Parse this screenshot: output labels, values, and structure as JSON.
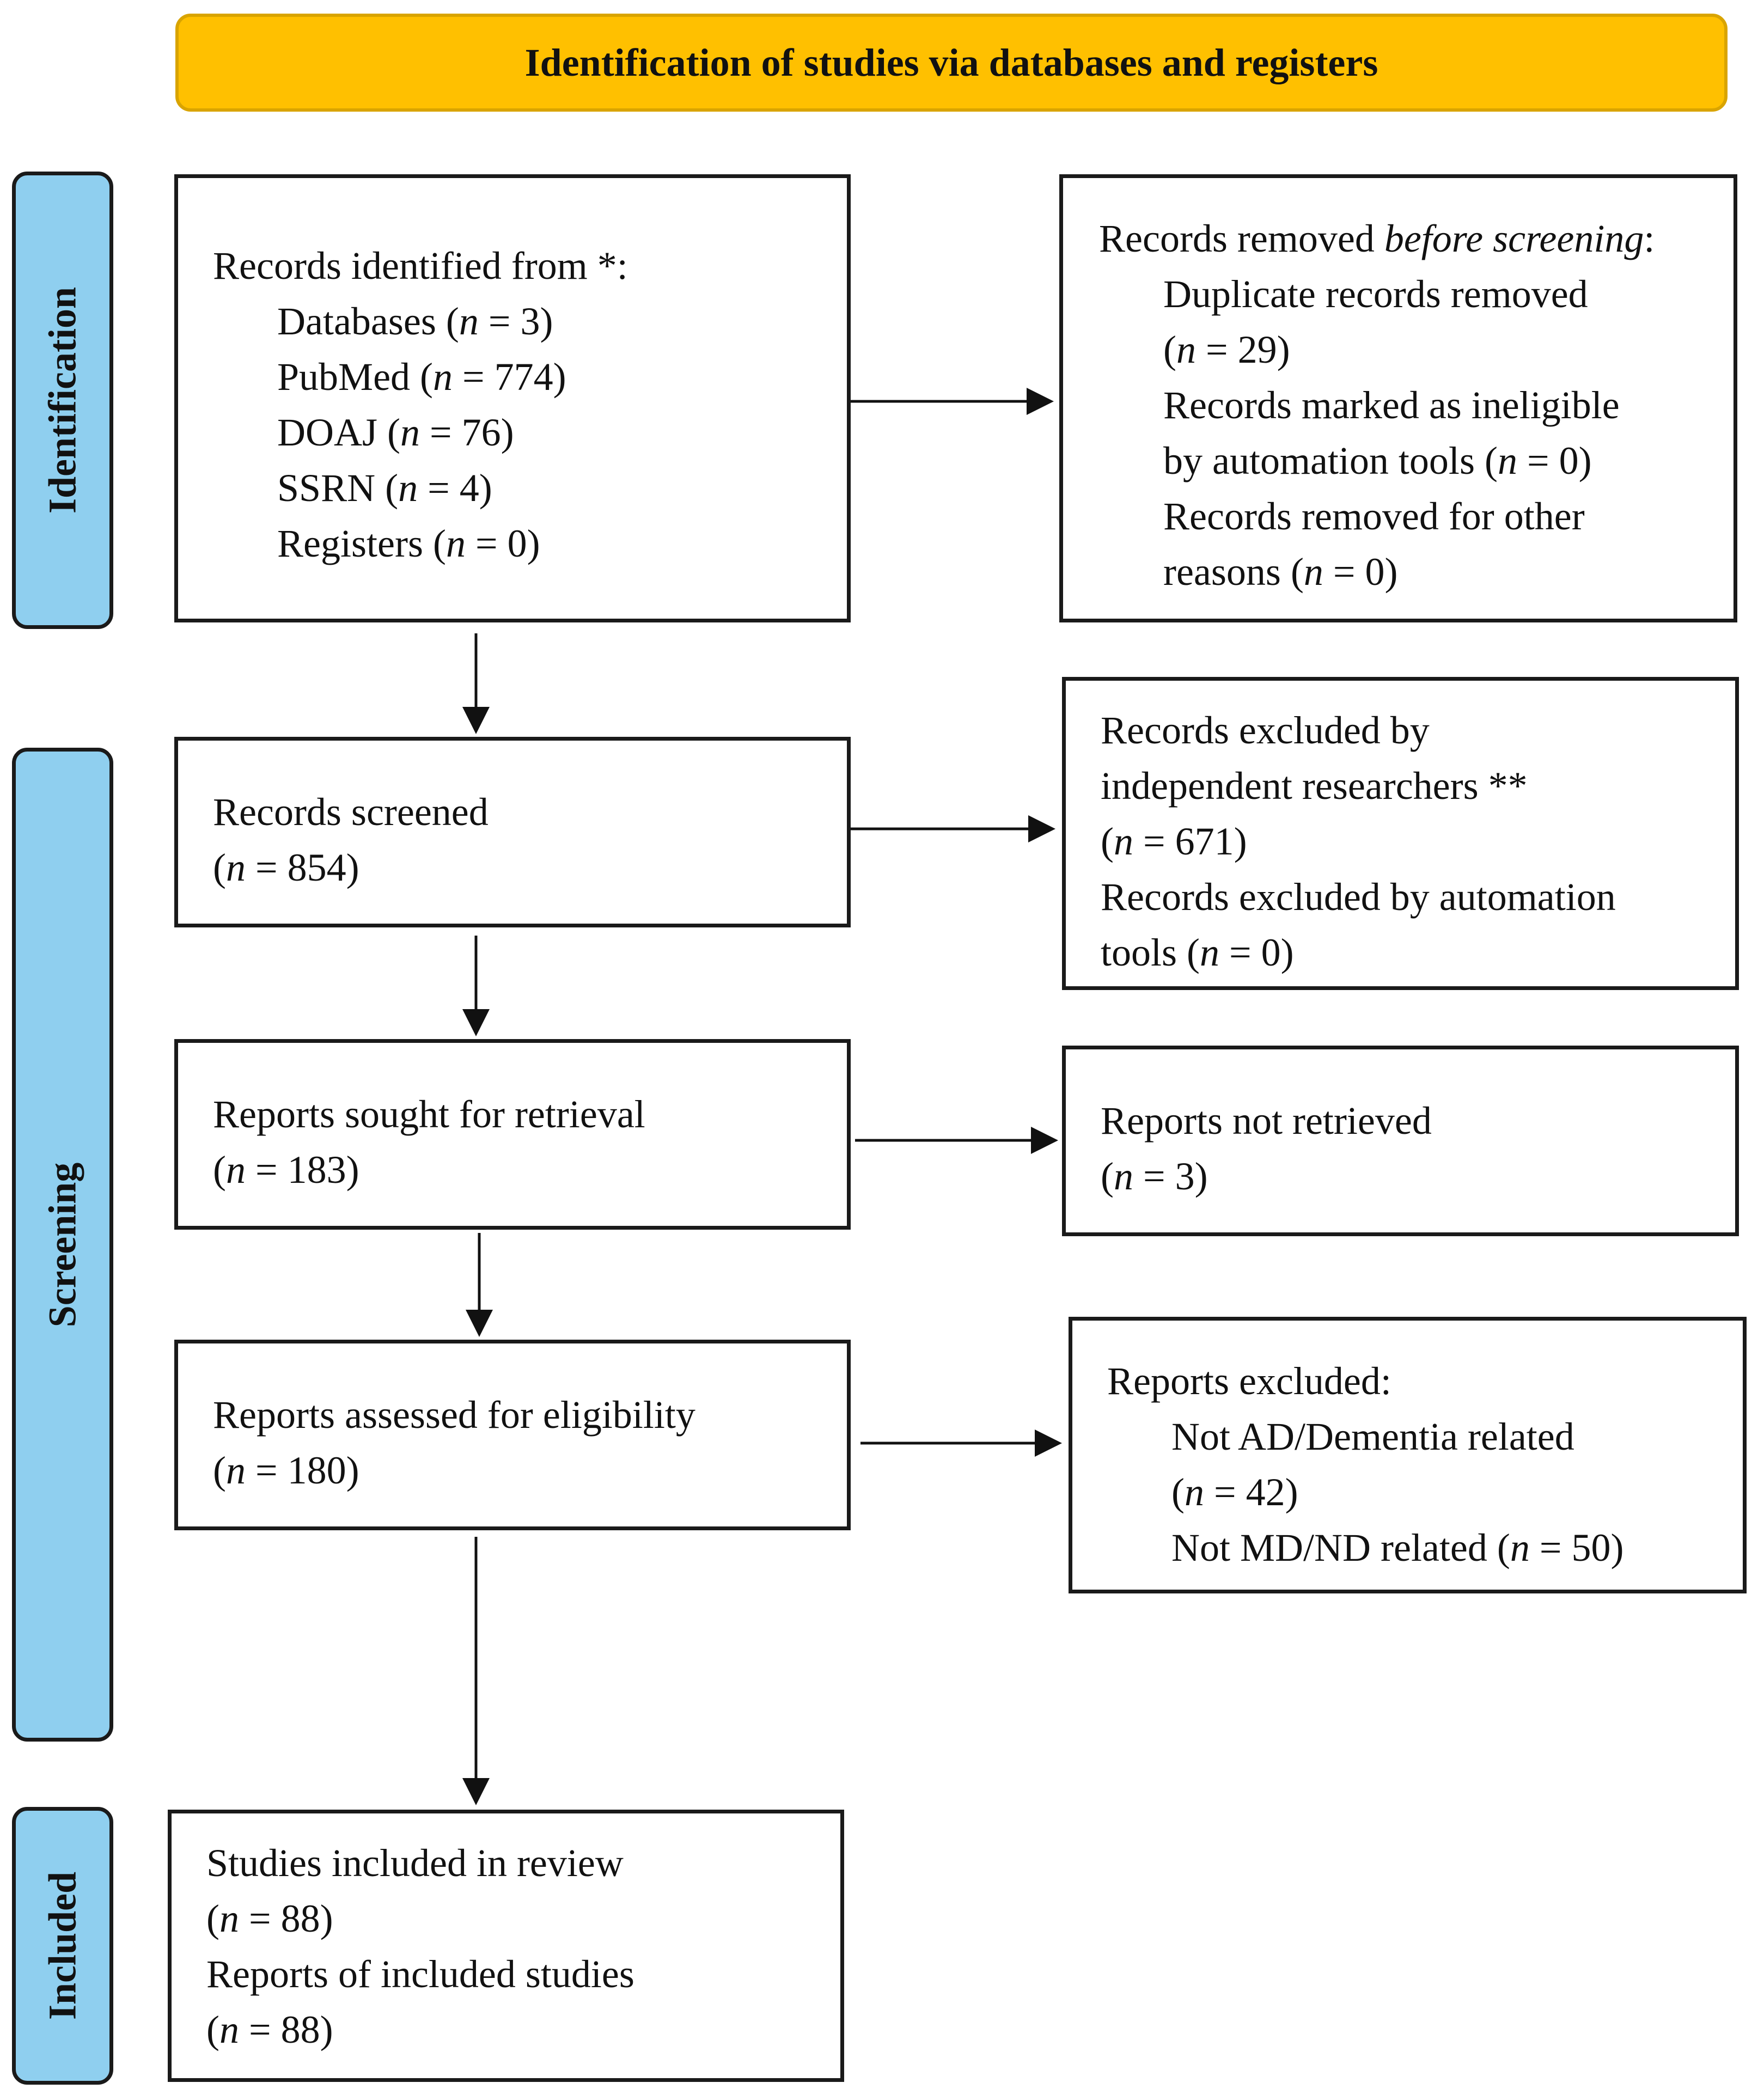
{
  "header": {
    "title": "Identification of studies via databases and registers"
  },
  "phases": {
    "identification": "Identification",
    "screening": "Screening",
    "included": "Included"
  },
  "identified": {
    "heading": "Records identified from *:",
    "databases_label": "Databases",
    "databases_n": "3",
    "pubmed_label": "PubMed",
    "pubmed_n": "774",
    "doaj_label": "DOAJ",
    "doaj_n": "76",
    "ssrn_label": "SSRN",
    "ssrn_n": "4",
    "registers_label": "Registers",
    "registers_n": "0"
  },
  "removed": {
    "heading_pre": "Records removed ",
    "heading_em": "before screening",
    "heading_post": ":",
    "duplicates_label": "Duplicate records removed",
    "duplicates_n": "29",
    "ineligible_label_1": "Records marked as ineligible",
    "ineligible_label_2": "by automation tools",
    "ineligible_n": "0",
    "other_label_1": "Records removed for other",
    "other_label_2": "reasons",
    "other_n": "0"
  },
  "screened": {
    "label": "Records screened",
    "n": "854"
  },
  "excluded_records": {
    "line1": "Records excluded by",
    "line2": "independent researchers **",
    "researchers_n": "671",
    "line3": "Records excluded by automation",
    "line4": "tools",
    "automation_n": "0"
  },
  "sought": {
    "label": "Reports sought for retrieval",
    "n": "183"
  },
  "not_retrieved": {
    "label": "Reports not retrieved",
    "n": "3"
  },
  "assessed": {
    "label": "Reports assessed for eligibility",
    "n": "180"
  },
  "reports_excluded": {
    "heading": "Reports excluded:",
    "ad_label": "Not AD/Dementia related",
    "ad_n": "42",
    "md_label": "Not MD/ND related",
    "md_n": "50"
  },
  "included": {
    "studies_label": "Studies included in review",
    "studies_n": "88",
    "reports_label": "Reports of included studies",
    "reports_n": "88"
  }
}
